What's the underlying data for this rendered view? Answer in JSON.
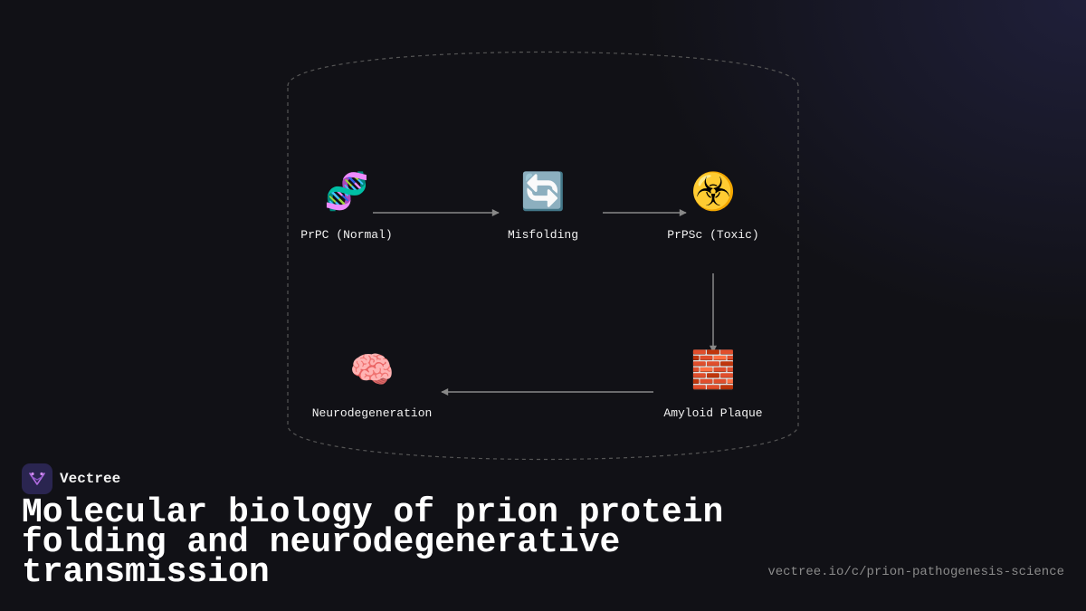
{
  "diagram": {
    "nodes": [
      {
        "id": "prpc",
        "icon": "🧬",
        "icon_name": "dna-icon",
        "label": "PrPC (Normal)"
      },
      {
        "id": "misfolding",
        "icon": "🔄",
        "icon_name": "cycle-arrows-icon",
        "label": "Misfolding"
      },
      {
        "id": "prpsc",
        "icon": "☣️",
        "icon_name": "biohazard-icon",
        "label": "PrPSc (Toxic)"
      },
      {
        "id": "plaque",
        "icon": "🧱",
        "icon_name": "brick-wall-icon",
        "label": "Amyloid Plaque"
      },
      {
        "id": "neuro",
        "icon": "🧠",
        "icon_name": "brain-icon",
        "label": "Neurodegeneration"
      }
    ],
    "edges": [
      {
        "from": "prpc",
        "to": "misfolding"
      },
      {
        "from": "misfolding",
        "to": "prpsc"
      },
      {
        "from": "prpsc",
        "to": "plaque"
      },
      {
        "from": "plaque",
        "to": "neuro"
      }
    ]
  },
  "brand": {
    "name": "Vectree",
    "logo_icon": "vectree-logo-icon"
  },
  "title": "Molecular biology of prion protein folding and neurodegenerative transmission",
  "url": "vectree.io/c/prion-pathogenesis-science",
  "colors": {
    "background": "#111116",
    "text": "#f2f2f2",
    "connector": "#888888",
    "border": "#555555",
    "brand_logo_bg": "#2a2550",
    "brand_accent": "#b06be0",
    "url_text": "#8a8a8a"
  }
}
